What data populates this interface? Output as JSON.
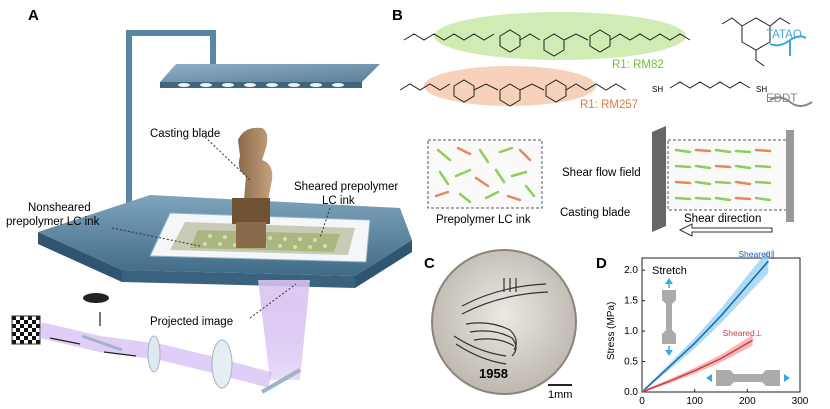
{
  "panels": {
    "A": "A",
    "B": "B",
    "C": "C",
    "D": "D"
  },
  "panelA": {
    "casting_blade": "Casting blade",
    "sheared_ink_line1": "Sheared prepolymer",
    "sheared_ink_line2": "LC ink",
    "nonsheared_line1": "Nonsheared",
    "nonsheared_line2": "prepolymer LC ink",
    "projected_image": "Projected image"
  },
  "panelB": {
    "rm82": "R1: RM82",
    "rm257": "R1: RM257",
    "tatao": "TATAO",
    "eddt": "EDDT",
    "prepolymer_lc_ink": "Prepolymer LC ink",
    "shear_flow_field": "Shear flow field",
    "casting_blade": "Casting blade",
    "shear_direction": "Shear direction",
    "colors": {
      "rm82": "#8ccf5a",
      "rm257": "#e8875a",
      "tatao": "#3aa9e0",
      "eddt": "#888888"
    }
  },
  "panelC": {
    "year": "1958",
    "scale": "1mm"
  },
  "chart_data": {
    "type": "line",
    "ylabel": "Stress (MPa)",
    "xlim": [
      0,
      300
    ],
    "ylim": [
      0,
      2.2
    ],
    "xticks": [
      "0",
      "100",
      "200",
      "300"
    ],
    "yticks": [
      "0.0",
      "0.5",
      "1.0",
      "1.5",
      "2.0"
    ],
    "inset_label": "Stretch",
    "series": [
      {
        "name": "Sheared∥",
        "color": "#1f5fb0",
        "band": "#8fd0ee",
        "x": [
          0,
          50,
          100,
          150,
          200,
          240
        ],
        "y": [
          0,
          0.4,
          0.8,
          1.25,
          1.75,
          2.15
        ]
      },
      {
        "name": "Sheared⊥",
        "color": "#d03a3a",
        "band": "#f2a0a0",
        "x": [
          0,
          50,
          100,
          150,
          210
        ],
        "y": [
          0,
          0.17,
          0.35,
          0.55,
          0.85
        ]
      }
    ]
  }
}
